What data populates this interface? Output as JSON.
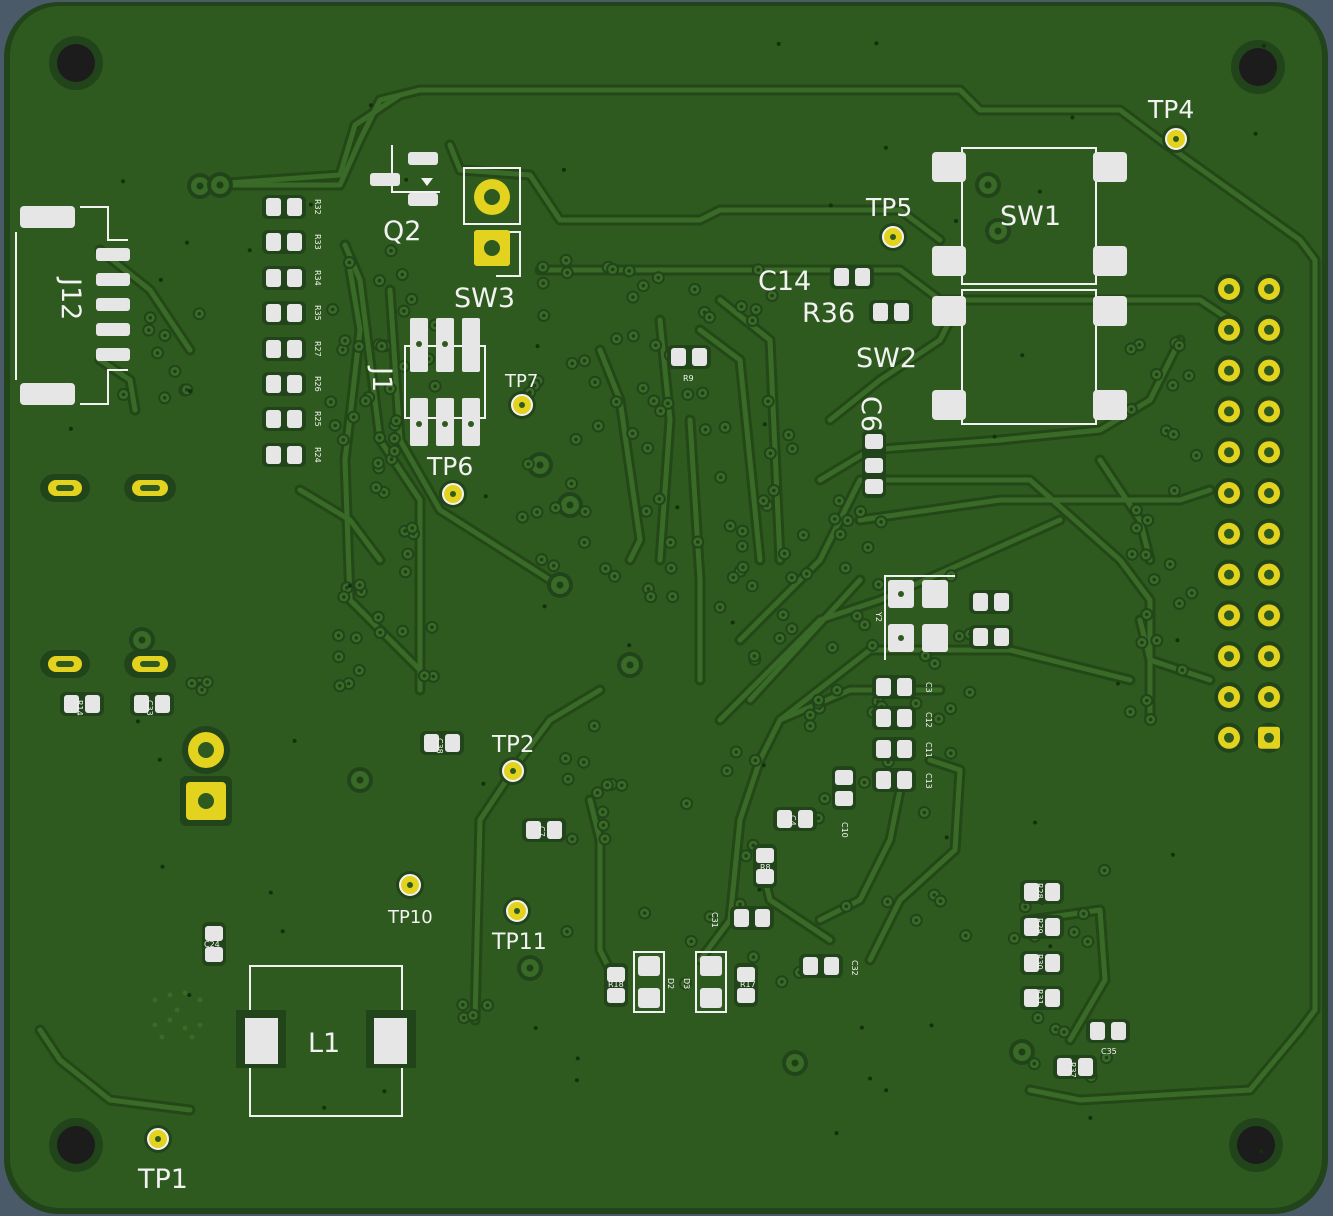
{
  "colors": {
    "background": "#4a5a68",
    "board": "#2f5a1f",
    "board_edge": "#22441a",
    "trace": "#3a6a28",
    "trace_clear": "#244717",
    "pad": "#e6e6e6",
    "gold": "#e3d21e",
    "silkscreen": "#f2f2f2",
    "hole": "#1c1c1c"
  },
  "labels": {
    "tp1": "TP1",
    "tp2": "TP2",
    "tp4": "TP4",
    "tp5": "TP5",
    "tp6": "TP6",
    "tp7": "TP7",
    "tp10": "TP10",
    "tp11": "TP11",
    "sw1": "SW1",
    "sw2": "SW2",
    "sw3": "SW3",
    "q2": "Q2",
    "j1": "J1",
    "j12": "J12",
    "l1": "L1",
    "c14": "C14",
    "r36": "R36",
    "c6": "C6",
    "r9": "R9",
    "y2": "Y2",
    "c3": "C3",
    "c12": "C12",
    "c11": "C11",
    "c13": "C13",
    "c10": "C10",
    "c4": "C4",
    "c7": "C7",
    "r8": "R8",
    "c31": "C31",
    "c32": "C32",
    "d2": "D2",
    "d3": "D3",
    "r18": "R18",
    "r17": "R17",
    "c38": "C38",
    "c24": "C24",
    "r14": "R14",
    "c33": "C33",
    "r28": "R28",
    "r29": "R29",
    "r30": "R30",
    "r31": "R31",
    "c35": "C35",
    "r37": "R37",
    "r32": "R32",
    "r33": "R33",
    "r34": "R34",
    "r35": "R35",
    "r27": "R27",
    "r26": "R26",
    "r25": "R25",
    "r24": "R24"
  }
}
